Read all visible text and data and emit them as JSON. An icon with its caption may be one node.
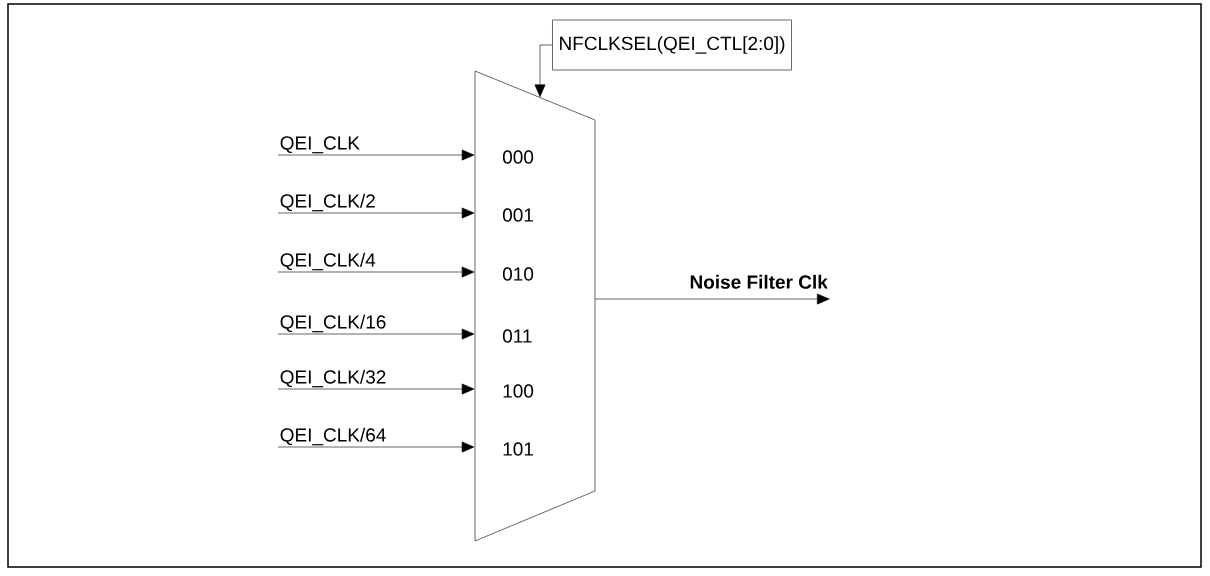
{
  "diagram": {
    "nodes": [
      {
        "text": [
          "QEI_CLK"
        ]
      },
      {
        "text": [
          "QEI_CLK/2"
        ]
      },
      {
        "text": [
          "QEI_CLK/4"
        ]
      },
      {
        "text": [
          "QEI_CLK/16"
        ]
      },
      {
        "text": [
          "QEI_CLK/32"
        ]
      },
      {
        "text": [
          "QEI_CLK/64"
        ]
      },
      {
        "text": [
          "000",
          "001",
          "010",
          "011",
          "100",
          "101"
        ]
      },
      {
        "text": [
          "NFCLKSEL(QEI_CTL[2:0])"
        ]
      }
    ],
    "edges": [
      {
        "from": 0,
        "to": 6,
        "arrow": "to"
      },
      {
        "from": 1,
        "to": 6,
        "arrow": "to"
      },
      {
        "from": 2,
        "to": 6,
        "arrow": "to"
      },
      {
        "from": 3,
        "to": 6,
        "arrow": "to"
      },
      {
        "from": 4,
        "to": 6,
        "arrow": "to"
      },
      {
        "from": 5,
        "to": 6,
        "arrow": "to"
      },
      {
        "from": 7,
        "to": 6,
        "arrow": "to"
      },
      {
        "from": 6,
        "to": null,
        "arrow": "to",
        "label": "Noise Filter Clk"
      }
    ]
  }
}
